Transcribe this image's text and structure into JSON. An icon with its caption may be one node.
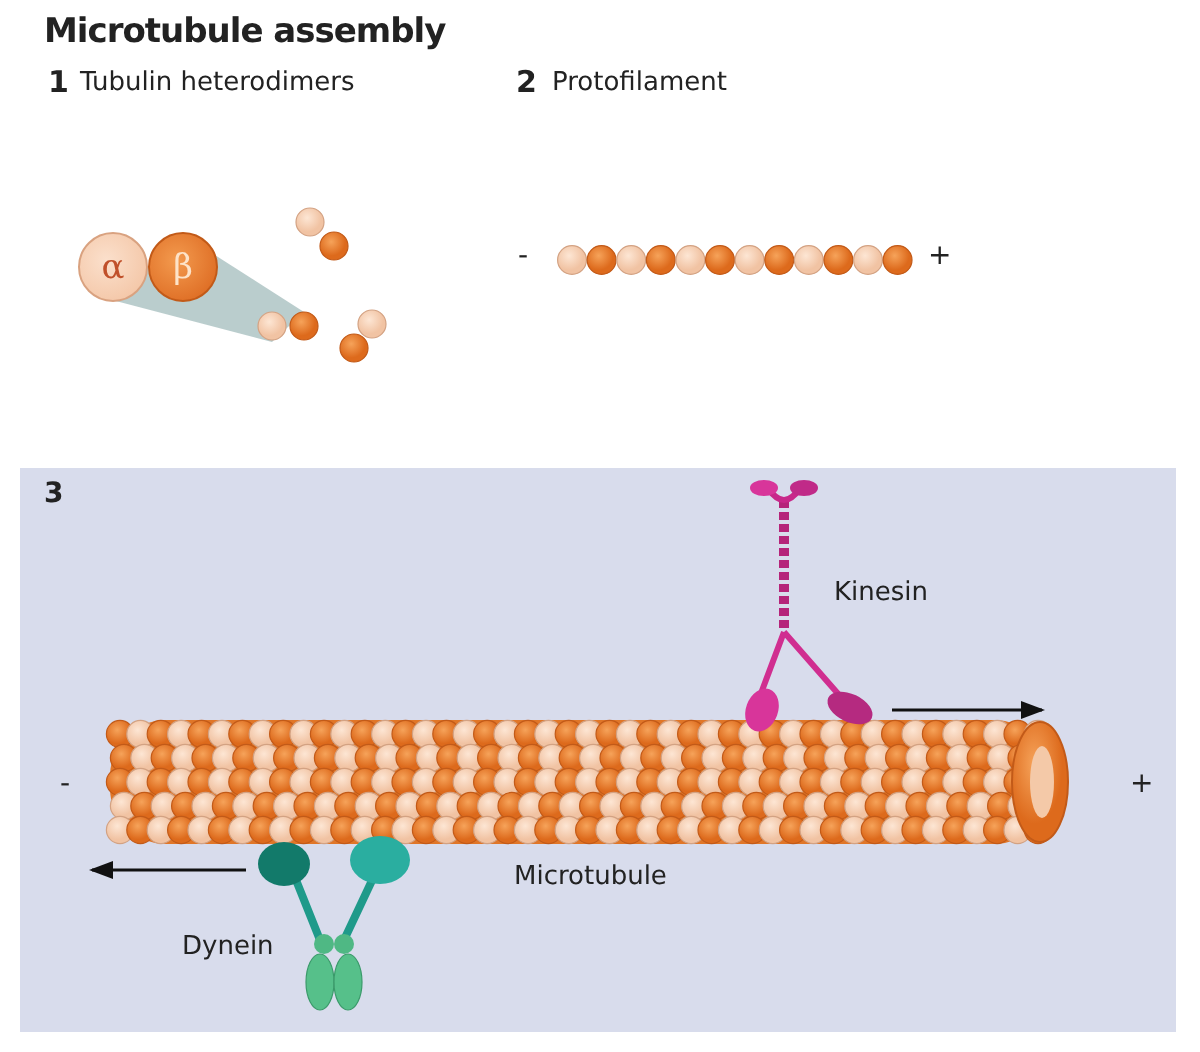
{
  "diagram": {
    "title": "Microtubule assembly",
    "nodes": [
      {
        "text": [
          "α"
        ]
      },
      {
        "text": [
          "β"
        ]
      },
      {
        "text": [
          "3"
        ]
      }
    ],
    "labels": [
      "1",
      "Tubulin heterodimers",
      "2",
      "Protofilament",
      "-",
      "+",
      "Kinesin",
      "-",
      "+",
      "Microtubule",
      "Dynein"
    ]
  }
}
